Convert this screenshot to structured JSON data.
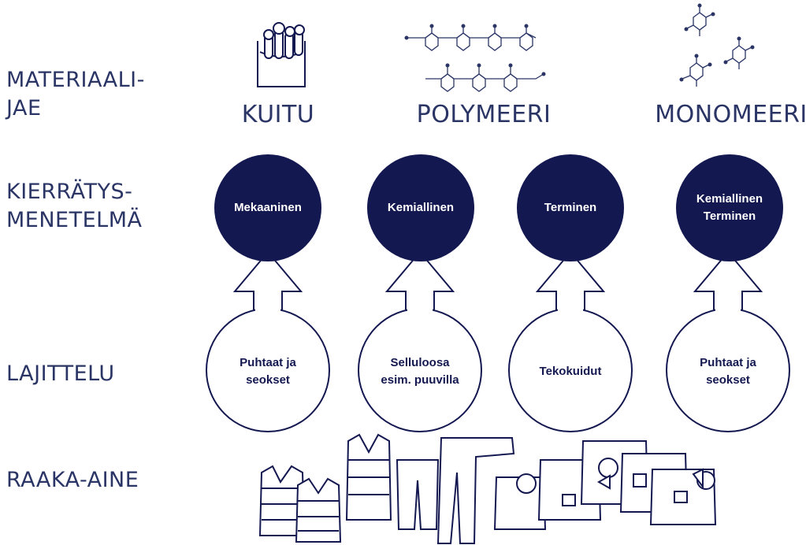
{
  "rows": {
    "materiaalijae": "MATERIAALI-\nJAE",
    "kierratysmenetelma": "KIERRÄTYS-\nMENETELMÄ",
    "lajittelu": "LAJITTELU",
    "raaka_aine": "RAAKA-AINE"
  },
  "columns": [
    {
      "material": "KUITU",
      "method": "Mekaaninen",
      "sorting": "Puhtaat ja\nseokset"
    },
    {
      "material": "POLYMEERI",
      "method": "Kemiallinen",
      "sorting": "Selluloosa\nesim. puuvilla"
    },
    {
      "material": "",
      "method": "Terminen",
      "sorting": "Tekokuidut"
    },
    {
      "material": "MONOMEERI",
      "method": "Kemiallinen\nTerminen",
      "sorting": "Puhtaat ja\nseokset"
    }
  ],
  "icons": {
    "fiber": "fiber-bundle-icon",
    "polymer": "polymer-chain-icon",
    "monomer": "monomer-molecules-icon",
    "textiles": "textile-waste-icon"
  },
  "colors": {
    "navy": "#141850",
    "label": "#2a3566"
  }
}
